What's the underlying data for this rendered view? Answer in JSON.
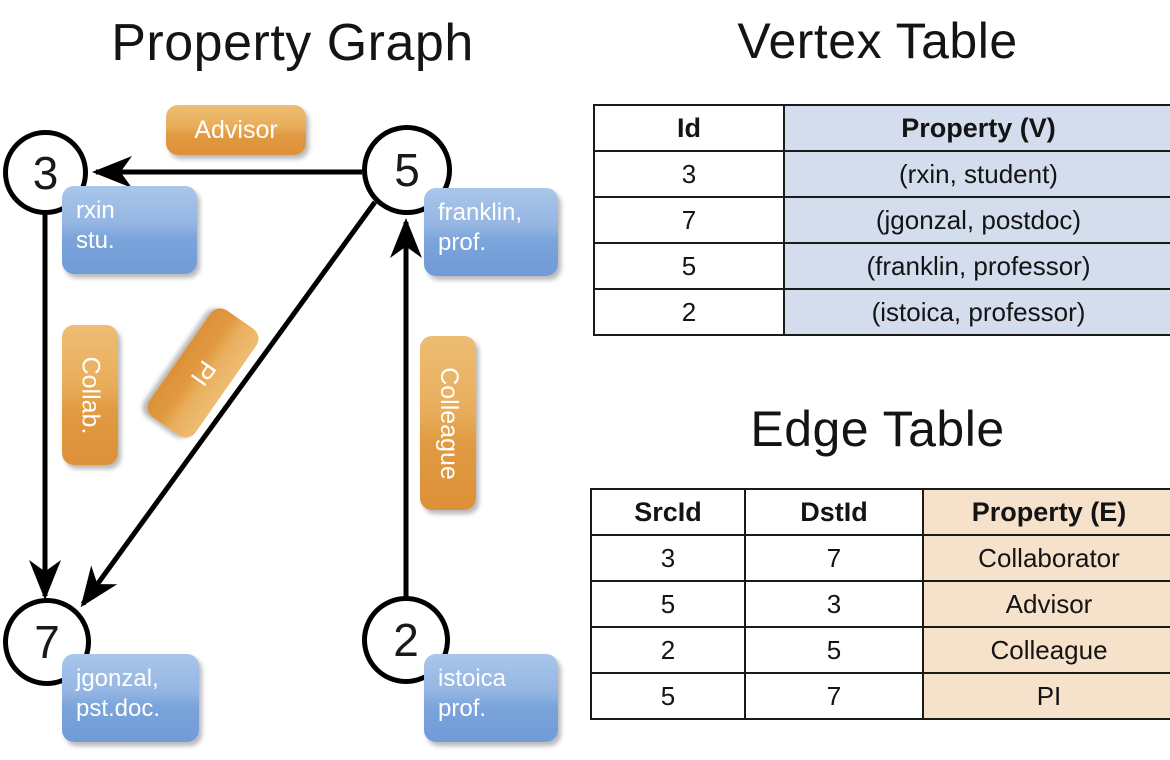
{
  "titles": {
    "property_graph": "Property Graph",
    "vertex_table": "Vertex Table",
    "edge_table": "Edge Table"
  },
  "graph": {
    "nodes": [
      {
        "id": "3",
        "property_label": "rxin\nstu."
      },
      {
        "id": "5",
        "property_label": "franklin,\nprof."
      },
      {
        "id": "7",
        "property_label": "jgonzal,\npst.doc."
      },
      {
        "id": "2",
        "property_label": "istoica\nprof."
      }
    ],
    "node_labels": {
      "n3": "3",
      "n5": "5",
      "n7": "7",
      "n2": "2"
    },
    "property_boxes": {
      "rxin_line1": "rxin",
      "rxin_line2": "stu.",
      "franklin_line1": "franklin,",
      "franklin_line2": "prof.",
      "jgonzal_line1": "jgonzal,",
      "jgonzal_line2": "pst.doc.",
      "istoica_line1": "istoica",
      "istoica_line2": "prof."
    },
    "edge_labels": {
      "advisor": "Advisor",
      "collab": "Collab.",
      "pi": "PI",
      "colleague": "Colleague"
    },
    "edges": [
      {
        "from": "5",
        "to": "3",
        "label": "Advisor"
      },
      {
        "from": "3",
        "to": "7",
        "label": "Collab."
      },
      {
        "from": "5",
        "to": "7",
        "label": "PI"
      },
      {
        "from": "2",
        "to": "5",
        "label": "Colleague"
      }
    ]
  },
  "vertex_table": {
    "headers": {
      "id": "Id",
      "property": "Property (V)"
    },
    "rows": [
      {
        "id": "3",
        "property": "(rxin, student)"
      },
      {
        "id": "7",
        "property": "(jgonzal, postdoc)"
      },
      {
        "id": "5",
        "property": "(franklin, professor)"
      },
      {
        "id": "2",
        "property": "(istoica, professor)"
      }
    ]
  },
  "edge_table": {
    "headers": {
      "src": "SrcId",
      "dst": "DstId",
      "property": "Property (E)"
    },
    "rows": [
      {
        "src": "3",
        "dst": "7",
        "property": "Collaborator"
      },
      {
        "src": "5",
        "dst": "3",
        "property": "Advisor"
      },
      {
        "src": "2",
        "dst": "5",
        "property": "Colleague"
      },
      {
        "src": "5",
        "dst": "7",
        "property": "PI"
      }
    ]
  },
  "colors": {
    "node_stroke": "#000000",
    "vertex_cell": "#d3dded",
    "edge_cell": "#f6e1cb",
    "property_box_blue": "#7ba4db",
    "edge_label_orange": "#e09a41",
    "text": "#141414"
  }
}
